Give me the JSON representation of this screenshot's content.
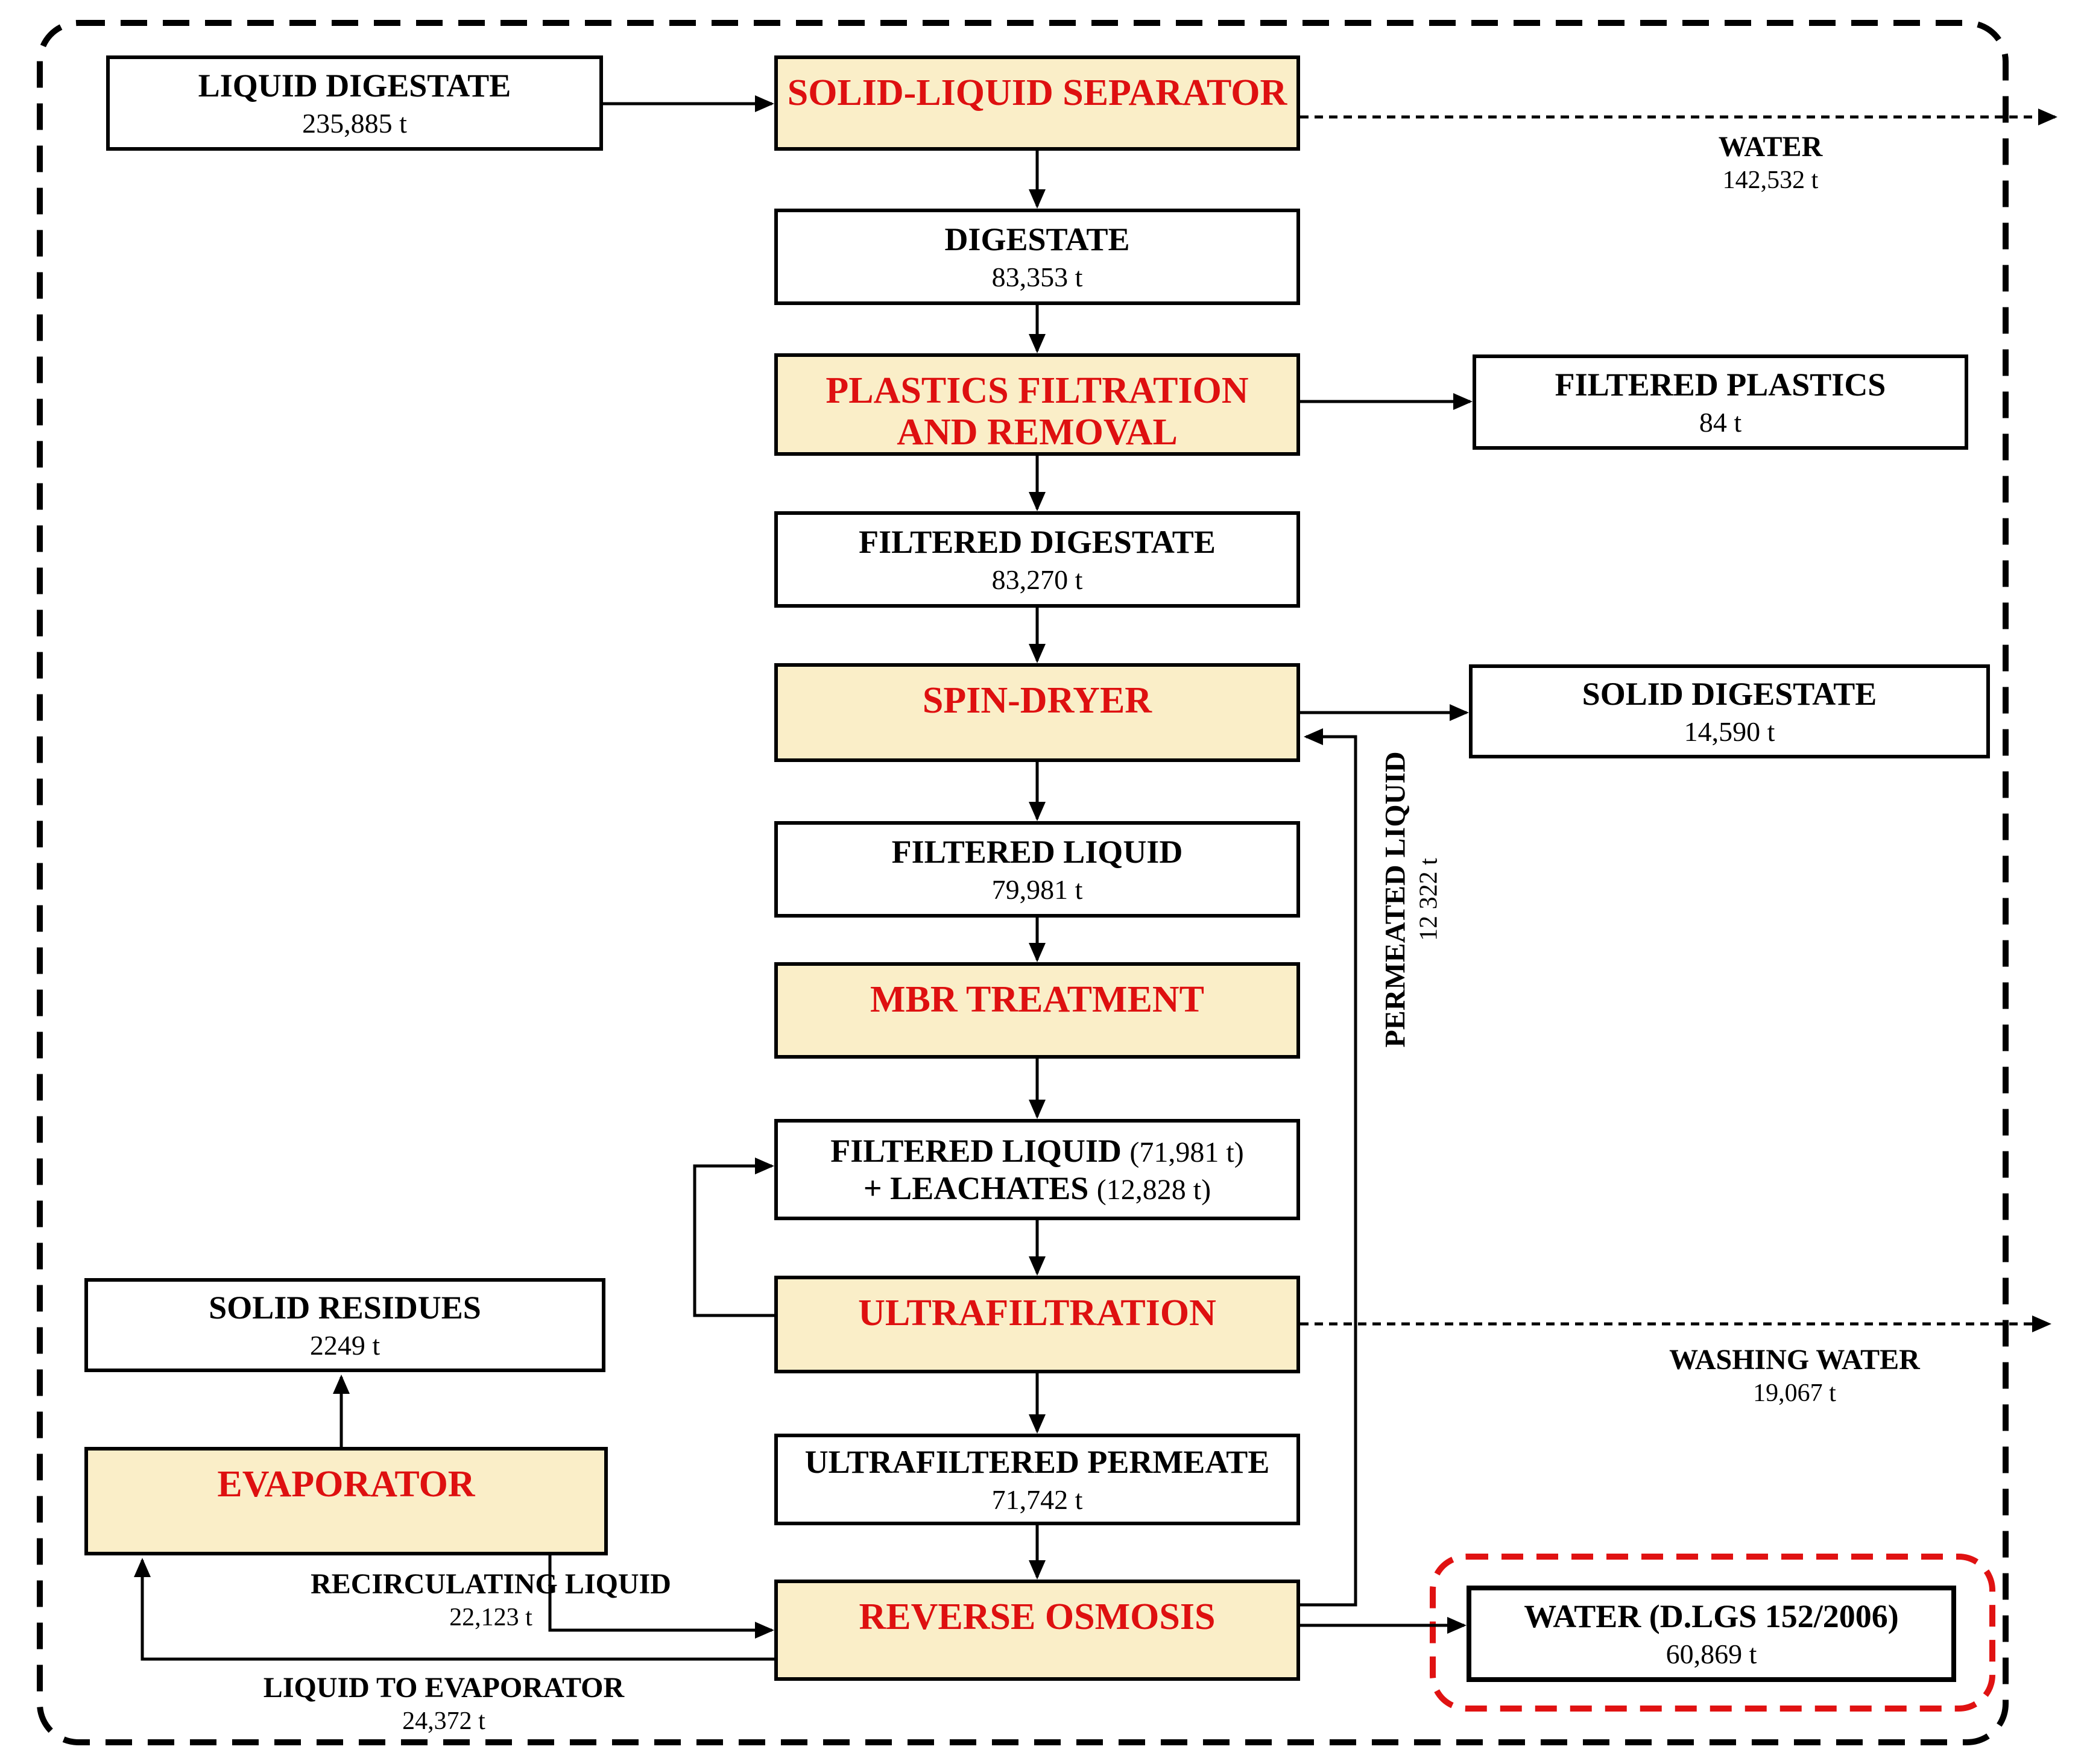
{
  "colors": {
    "process_box_fill": "#FAEEC8",
    "process_box_text": "#DE1010",
    "line_color": "#000000",
    "highlight_dashed_red": "#E01212",
    "background": "#FFFFFF"
  },
  "boxes": {
    "liquid_digestate": {
      "title": "LIQUID DIGESTATE",
      "value": "235,885 t"
    },
    "solid_liquid_separator": {
      "title": "SOLID-LIQUID SEPARATOR"
    },
    "digestate": {
      "title": "DIGESTATE",
      "value": "83,353 t"
    },
    "plastics_filtration": {
      "title_line1": "PLASTICS FILTRATION",
      "title_line2": "AND REMOVAL"
    },
    "filtered_plastics": {
      "title": "FILTERED PLASTICS",
      "value": "84 t"
    },
    "filtered_digestate": {
      "title": "FILTERED DIGESTATE",
      "value": "83,270 t"
    },
    "spin_dryer": {
      "title": "SPIN-DRYER"
    },
    "solid_digestate": {
      "title": "SOLID DIGESTATE",
      "value": "14,590 t"
    },
    "filtered_liquid": {
      "title": "FILTERED LIQUID",
      "value": "79,981 t"
    },
    "mbr_treatment": {
      "title": "MBR TREATMENT"
    },
    "filtered_liquid_leachates": {
      "line1_bold": "FILTERED LIQUID",
      "line1_value": "(71,981 t)",
      "line2_bold": "+ LEACHATES",
      "line2_value": "(12,828 t)"
    },
    "ultrafiltration": {
      "title": "ULTRAFILTRATION"
    },
    "ultrafiltered_permeate": {
      "title": "ULTRAFILTERED PERMEATE",
      "value": "71,742 t"
    },
    "reverse_osmosis": {
      "title": "REVERSE OSMOSIS"
    },
    "water_dlgs": {
      "title": "WATER (D.LGS 152/2006)",
      "value": "60,869 t"
    },
    "solid_residues": {
      "title": "SOLID RESIDUES",
      "value": "2249 t"
    },
    "evaporator": {
      "title": "EVAPORATOR"
    }
  },
  "flow_labels": {
    "water": {
      "title": "WATER",
      "value": "142,532 t"
    },
    "washing_water": {
      "title": "WASHING WATER",
      "value": "19,067 t"
    },
    "permeated_liquid": {
      "title": "PERMEATED LIQUID",
      "value": "12 322 t"
    },
    "recirculating_liquid": {
      "title": "RECIRCULATING LIQUID",
      "value": "22,123 t"
    },
    "liquid_to_evaporator": {
      "title": "LIQUID TO EVAPORATOR",
      "value": "24,372 t"
    }
  }
}
